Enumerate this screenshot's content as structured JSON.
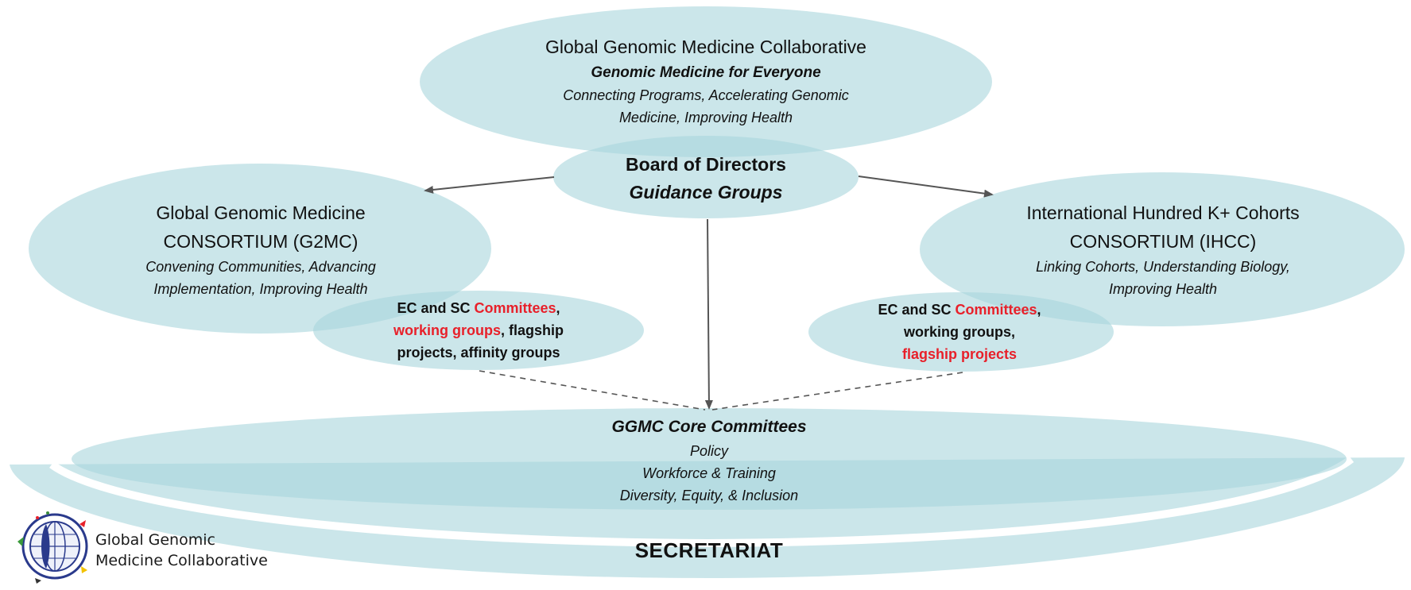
{
  "top": {
    "title": "Global Genomic Medicine Collaborative",
    "tagline": "Genomic Medicine for Everyone",
    "motto_line1": "Connecting Programs, Accelerating Genomic",
    "motto_line2": "Medicine, Improving Health"
  },
  "board": {
    "line1": "Board of Directors",
    "line2": "Guidance Groups"
  },
  "left": {
    "title_line1": "Global Genomic Medicine",
    "title_line2": "CONSORTIUM (G2MC)",
    "motto_line1": "Convening Communities, Advancing",
    "motto_line2": "Implementation, Improving Health",
    "sub": {
      "l1_a": "EC and SC ",
      "l1_b": "Committees",
      "l1_c": ",",
      "l2_a": "working groups",
      "l2_b": ", flagship",
      "l3": "projects, affinity groups"
    }
  },
  "right": {
    "title_line1": "International Hundred K+ Cohorts",
    "title_line2": "CONSORTIUM (IHCC)",
    "motto_line1": "Linking Cohorts, Understanding Biology,",
    "motto_line2": "Improving Health",
    "sub": {
      "l1_a": "EC and SC ",
      "l1_b": "Committees",
      "l1_c": ",",
      "l2": "working groups,",
      "l3": "flagship projects"
    }
  },
  "core": {
    "title": "GGMC Core Committees",
    "items": [
      "Policy",
      "Workforce & Training",
      "Diversity, Equity, & Inclusion"
    ]
  },
  "secretariat": {
    "label": "SECRETARIAT"
  },
  "logo": {
    "line1": "Global Genomic",
    "line2": "Medicine Collaborative"
  },
  "colors": {
    "ellipse_fill": "#a8d5dc",
    "highlight_text": "#e8202a",
    "arrow": "#555555"
  }
}
